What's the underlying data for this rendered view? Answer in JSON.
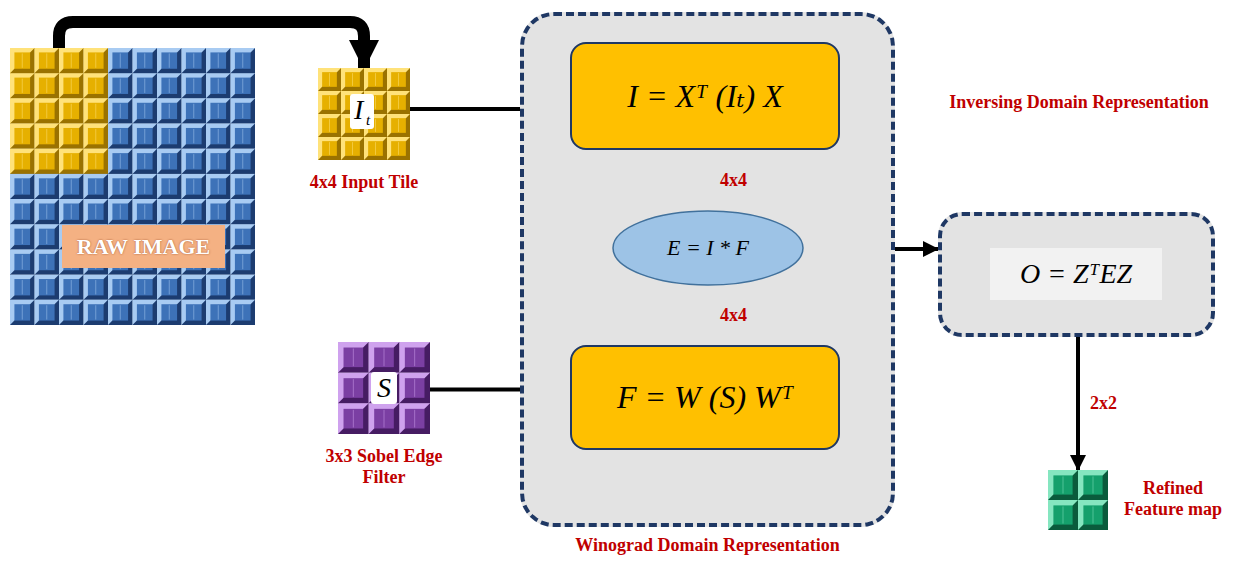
{
  "diagram": {
    "nodes": [
      {
        "text": [
          "RAW IMAGE"
        ]
      },
      {
        "text": [
          "I",
          "t",
          "4x4 Input Tile"
        ]
      },
      {
        "text": [
          "S",
          "3x3 Sobel Edge Filter"
        ]
      },
      {
        "text": [
          "Winograd Domain Representation"
        ]
      },
      {
        "text": [
          "I = Xᵀ (Iₜ) X"
        ],
        "in": 3
      },
      {
        "text": [
          "E = I * F"
        ],
        "in": 3
      },
      {
        "text": [
          "F = W (S) Wᵀ"
        ],
        "in": 3
      },
      {
        "text": [
          "Inversing Domain Representation",
          "O = ZᵀEZ"
        ]
      },
      {
        "text": [
          "Refined Feature map"
        ]
      }
    ],
    "edges": [
      {
        "from": 0,
        "to": 1,
        "arrow": "to"
      },
      {
        "from": 1,
        "to": 4,
        "arrow": "to"
      },
      {
        "from": 2,
        "to": 6,
        "arrow": "to"
      },
      {
        "from": 4,
        "to": 5,
        "label": "4x4",
        "arrow": "to"
      },
      {
        "from": 6,
        "to": 5,
        "label": "4x4",
        "arrow": "to"
      },
      {
        "from": 5,
        "to": 7,
        "arrow": "to"
      },
      {
        "from": 7,
        "to": 8,
        "label": "2x2",
        "arrow": "to"
      }
    ]
  }
}
